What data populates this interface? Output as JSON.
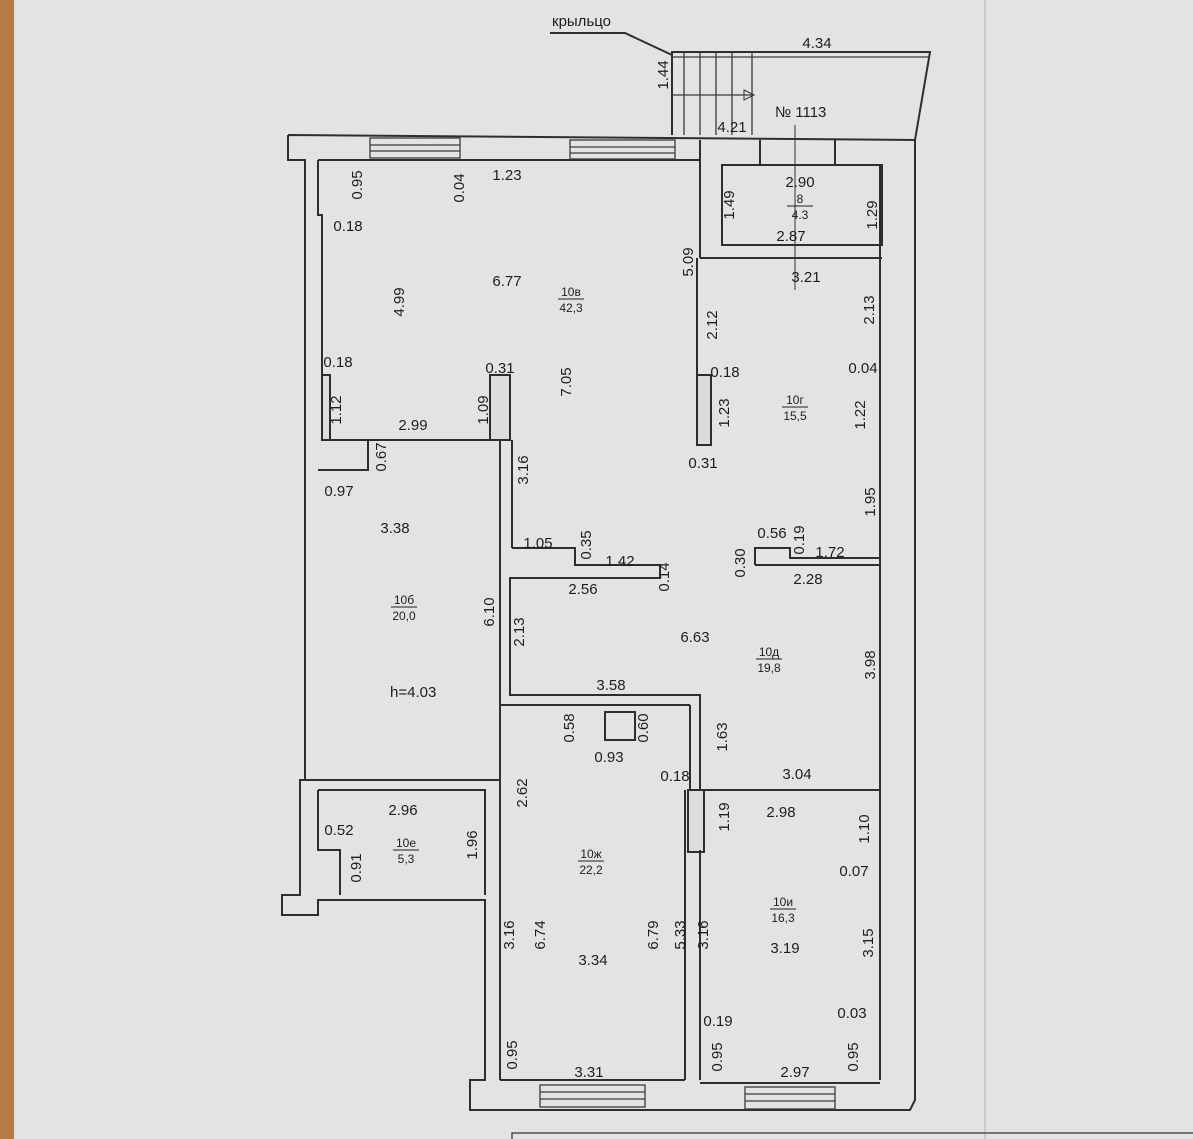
{
  "plan": {
    "porch_label": "крыльцо",
    "apartment_number": "№ 1113",
    "ceiling_height": "h=4.03",
    "rooms": [
      {
        "id": "8",
        "area": "4.3"
      },
      {
        "id": "10в",
        "area": "42,3"
      },
      {
        "id": "10г",
        "area": "15,5"
      },
      {
        "id": "10б",
        "area": "20,0"
      },
      {
        "id": "10д",
        "area": "19,8"
      },
      {
        "id": "10е",
        "area": "5,3"
      },
      {
        "id": "10ж",
        "area": "22,2"
      },
      {
        "id": "10и",
        "area": "16,3"
      }
    ],
    "dimensions": [
      "4.34",
      "1.44",
      "4.21",
      "0.95",
      "0.04",
      "1.23",
      "0.18",
      "6.77",
      "4.99",
      "5.09",
      "2.90",
      "1.49",
      "2.87",
      "1.29",
      "3.21",
      "2.12",
      "2.13",
      "0.18",
      "0.31",
      "7.05",
      "0.18",
      "0.04",
      "1.12",
      "2.99",
      "1.09",
      "1.23",
      "1.22",
      "0.67",
      "0.31",
      "3.16",
      "0.97",
      "1.95",
      "3.38",
      "1.05",
      "0.35",
      "0.56",
      "0.19",
      "1.42",
      "1.72",
      "0.30",
      "0.14",
      "2.56",
      "2.28",
      "6.10",
      "2.13",
      "6.63",
      "3.98",
      "3.58",
      "0.58",
      "0.60",
      "0.93",
      "1.63",
      "0.18",
      "3.04",
      "2.62",
      "2.96",
      "1.19",
      "2.98",
      "1.10",
      "0.52",
      "1.96",
      "0.91",
      "0.07",
      "3.16",
      "6.74",
      "3.34",
      "6.79",
      "5.33",
      "3.16",
      "3.19",
      "3.15",
      "0.19",
      "0.03",
      "0.95",
      "3.31",
      "0.95",
      "2.97",
      "0.95"
    ]
  }
}
